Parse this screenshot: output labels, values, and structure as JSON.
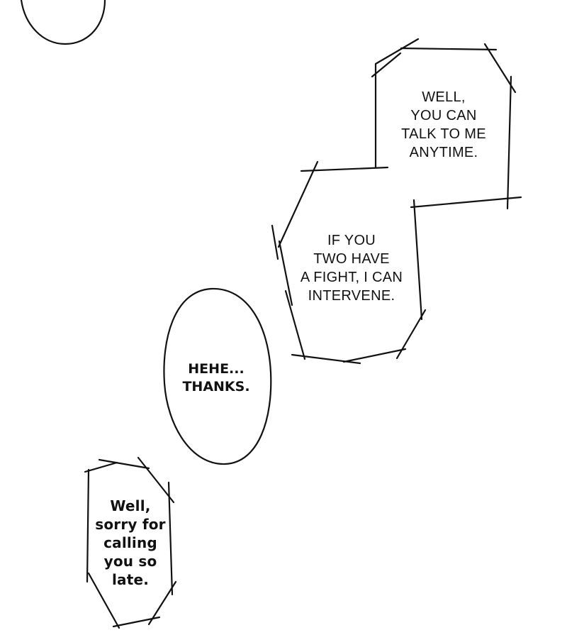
{
  "bubbles": [
    {
      "id": "anytime",
      "text": "WELL,\nYOU CAN\nTALK TO ME\nANYTIME."
    },
    {
      "id": "intervene",
      "text": "IF YOU\nTWO HAVE\nA FIGHT, I CAN\nINTERVENE."
    },
    {
      "id": "thanks",
      "text": "HEHE...\nTHANKS."
    },
    {
      "id": "sorry",
      "text": "Well,\nsorry for\ncalling\nyou so\nlate."
    }
  ],
  "colors": {
    "background": "#ffffff",
    "ink": "#111111"
  }
}
